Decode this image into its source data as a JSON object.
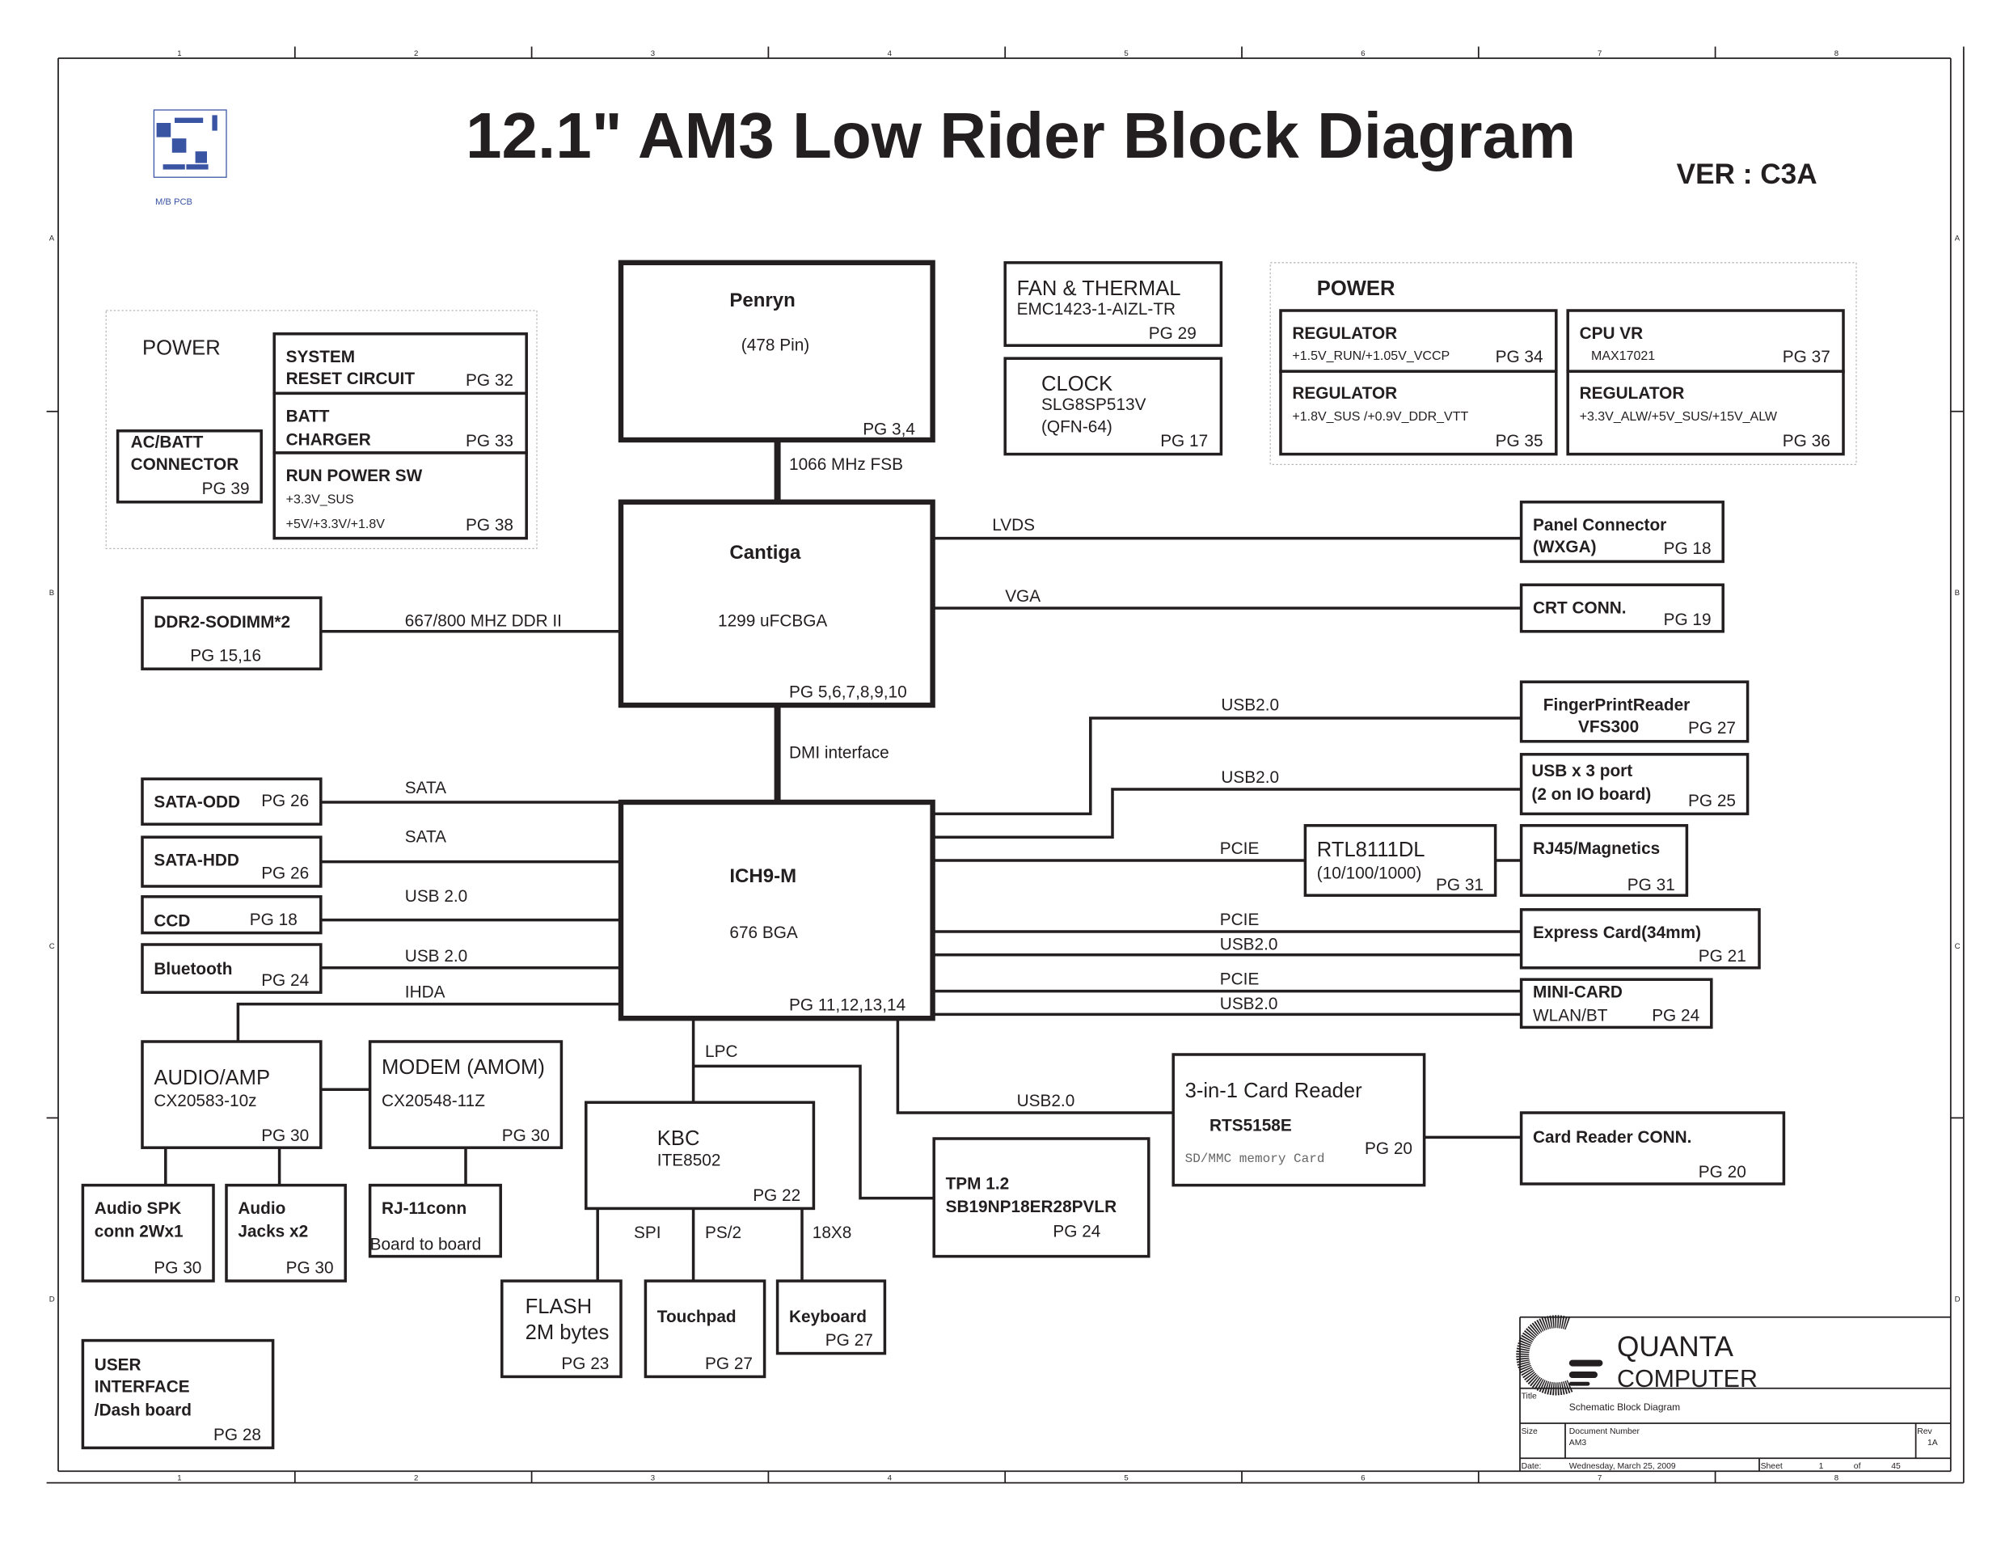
{
  "title": "12.1\" AM3  Low Rider  Block Diagram",
  "version": "VER : C3A",
  "logo_caption": "M/B PCB",
  "border": {
    "columns": [
      "1",
      "2",
      "3",
      "4",
      "5",
      "6",
      "7",
      "8"
    ],
    "rows": [
      "A",
      "B",
      "C",
      "D"
    ]
  },
  "power_left": {
    "group_label": "POWER",
    "ac_batt": {
      "line1": "AC/BATT",
      "line2": "CONNECTOR",
      "pg": "PG 39"
    },
    "reset": {
      "line1": "SYSTEM",
      "line2": "RESET CIRCUIT",
      "pg": "PG 32"
    },
    "charger": {
      "line1": "BATT",
      "line2": "CHARGER",
      "pg": "PG 33"
    },
    "run_sw": {
      "line1": "RUN POWER SW",
      "line2": "+3.3V_SUS",
      "line3": "+5V/+3.3V/+1.8V",
      "pg": "PG 38"
    }
  },
  "cpu": {
    "name": "Penryn",
    "sub": "(478 Pin)",
    "pg": "PG 3,4"
  },
  "fsb_label": "1066 MHz FSB",
  "northbridge": {
    "name": "Cantiga",
    "sub": "1299 uFCBGA",
    "pg": "PG 5,6,7,8,9,10"
  },
  "dmi_label": "DMI interface",
  "southbridge": {
    "name": "ICH9-M",
    "sub": "676 BGA",
    "pg": "PG 11,12,13,14"
  },
  "fan": {
    "line1": "FAN & THERMAL",
    "line2": "EMC1423-1-AIZL-TR",
    "pg": "PG 29"
  },
  "clock": {
    "line1": "CLOCK",
    "line2": "SLG8SP513V",
    "line3": "(QFN-64)",
    "pg": "PG 17"
  },
  "power_right": {
    "group_label": "POWER",
    "reg1": {
      "name": "REGULATOR",
      "rails": "+1.5V_RUN/+1.05V_VCCP",
      "pg": "PG 34"
    },
    "reg2": {
      "name": "REGULATOR",
      "rails": "+1.8V_SUS /+0.9V_DDR_VTT",
      "pg": "PG 35"
    },
    "cpuvr": {
      "name": "CPU VR",
      "rails": "MAX17021",
      "pg": "PG 37"
    },
    "reg3": {
      "name": "REGULATOR",
      "rails": "+3.3V_ALW/+5V_SUS/+15V_ALW",
      "pg": "PG 36"
    }
  },
  "ddr": {
    "name": "DDR2-SODIMM*2",
    "pg": "PG 15,16",
    "bus": "667/800 MHZ DDR II"
  },
  "left_devices": [
    {
      "name": "SATA-ODD",
      "pg": "PG 26",
      "bus": "SATA"
    },
    {
      "name": "SATA-HDD",
      "pg": "PG 26",
      "bus": "SATA"
    },
    {
      "name": "CCD",
      "pg": "PG 18",
      "bus": "USB 2.0"
    },
    {
      "name": "Bluetooth",
      "pg": "PG 24",
      "bus": "USB 2.0"
    }
  ],
  "ihda_label": "IHDA",
  "panel": {
    "line1": "Panel Connector",
    "line2": "(WXGA)",
    "pg": "PG 18",
    "bus": "LVDS"
  },
  "crt": {
    "name": "CRT CONN.",
    "pg": "PG 19",
    "bus": "VGA"
  },
  "fingerprint": {
    "line1": "FingerPrintReader",
    "line2": "VFS300",
    "pg": "PG 27",
    "bus": "USB2.0"
  },
  "usbport": {
    "line1": "USB x 3 port",
    "line2": "(2 on IO board)",
    "pg": "PG 25",
    "bus": "USB2.0"
  },
  "lan": {
    "line1": "RTL8111DL",
    "line2": "(10/100/1000)",
    "pg": "PG 31",
    "bus": "PCIE"
  },
  "rj45": {
    "name": "RJ45/Magnetics",
    "pg": "PG 31"
  },
  "express": {
    "name": "Express Card(34mm)",
    "pg": "PG 21",
    "bus1": "PCIE",
    "bus2": "USB2.0"
  },
  "minicard": {
    "line1": "MINI-CARD",
    "line2": "WLAN/BT",
    "pg": "PG 24",
    "bus1": "PCIE",
    "bus2": "USB2.0"
  },
  "cardreader": {
    "line1": "3-in-1 Card Reader",
    "line2": "RTS5158E",
    "line3": "SD/MMC memory Card",
    "pg": "PG 20",
    "bus": "USB2.0"
  },
  "cardconn": {
    "name": "Card Reader CONN.",
    "pg": "PG 20"
  },
  "audio": {
    "line1": "AUDIO/AMP",
    "line2": "CX20583-10z",
    "pg": "PG 30"
  },
  "modem": {
    "line1": "MODEM (AMOM)",
    "line2": "CX20548-11Z",
    "pg": "PG 30"
  },
  "spk": {
    "line1": "Audio  SPK",
    "line2": "conn 2Wx1",
    "pg": "PG 30"
  },
  "jacks": {
    "line1": "Audio",
    "line2": "Jacks x2",
    "pg": "PG 30"
  },
  "rj11": {
    "line1": "RJ-11conn",
    "line2": "Board to board"
  },
  "lpc_label": "LPC",
  "kbc": {
    "line1": "KBC",
    "line2": "ITE8502",
    "pg": "PG 22"
  },
  "tpm": {
    "line1": "TPM 1.2",
    "line2": "SB19NP18ER28PVLR",
    "pg": "PG 24"
  },
  "kbc_bus": {
    "spi": "SPI",
    "ps2": "PS/2",
    "matrix": "18X8"
  },
  "flash": {
    "line1": "FLASH",
    "line2": "2M bytes",
    "pg": "PG 23"
  },
  "touchpad": {
    "name": "Touchpad",
    "pg": "PG 27"
  },
  "keyboard": {
    "name": "Keyboard",
    "pg": "PG 27"
  },
  "userif": {
    "line1": "USER",
    "line2": "INTERFACE",
    "line3": "/Dash board",
    "pg": "PG 28"
  },
  "titleblock": {
    "company1": "QUANTA",
    "company2": "COMPUTER",
    "title_label": "Title",
    "title": "Schematic Block Diagram",
    "size_label": "Size",
    "docnum_label": "Document Number",
    "docnum": "AM3",
    "rev_label": "Rev",
    "rev": "1A",
    "date_label": "Date:",
    "date": "Wednesday, March 25, 2009",
    "sheet_label": "Sheet",
    "sheet": "1",
    "of_label": "of",
    "total": "45"
  }
}
